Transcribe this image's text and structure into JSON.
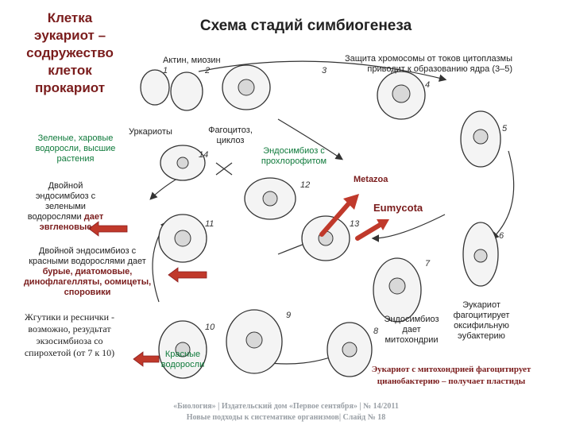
{
  "title_left": [
    "Клетка",
    "эукариот –",
    "содружество",
    "клеток",
    "прокариот"
  ],
  "title_main": "Схема стадий симбиогенеза",
  "labels": {
    "actin": "Актин, миозин",
    "protect": [
      "Защита хромосомы от токов цитоплазмы",
      "приводит к образованию ядра (3–5)"
    ],
    "green_algae": [
      "Зеленые, харовые",
      "водоросли, высшие",
      "растения"
    ],
    "urkaryotes": "Уркариоты",
    "phago": [
      "Фагоцитоз,",
      "циклоз"
    ],
    "endo_prochl": [
      "Эндосимбиоз с",
      "прохлорофитом"
    ],
    "metazoa": "Metazoa",
    "eumycota": "Eumycota",
    "double_green": [
      "Двойной",
      "эндосимбиоз с",
      "зелеными",
      "водорослями"
    ],
    "double_green_suffix": "дает",
    "double_green_result": "эвгленовые",
    "double_red": [
      "Двойной эндосимбиоз с",
      "красными водорослями дает"
    ],
    "double_red_result": [
      "бурые, диатомовые,",
      "динофлагелляты, оомицеты,",
      "споровики"
    ],
    "flagella": [
      "Жгутики и реснички -",
      "возможно, резудьтат",
      "экзосимбиоза со",
      "спирохетой (от 7 к 10)"
    ],
    "red_algae": [
      "Красные",
      "водоросли"
    ],
    "endo_mito": [
      "Эндосимбиоз",
      "дает",
      "митохондрии"
    ],
    "eukaryote_oxy": [
      "Эукариот",
      "фагоцитирует",
      "оксифильную",
      "эубактерию"
    ],
    "eukaryote_mito": [
      "Эукариот с митохондрией фагоцитирует",
      "цианобактерию – получает пластиды"
    ]
  },
  "stage_numbers": [
    "1",
    "2",
    "3",
    "4",
    "5",
    "6",
    "7",
    "8",
    "9",
    "10",
    "11",
    "12",
    "13",
    "14"
  ],
  "footer": [
    "«Биология» | Издательский дом «Первое сентября» | № 14/2011",
    "Новые подходы к систематике организмов| Слайд № 18"
  ],
  "colors": {
    "dark_red": "#7a1c1c",
    "green": "#0f7a3b",
    "arrow_red": "#c0392b"
  }
}
